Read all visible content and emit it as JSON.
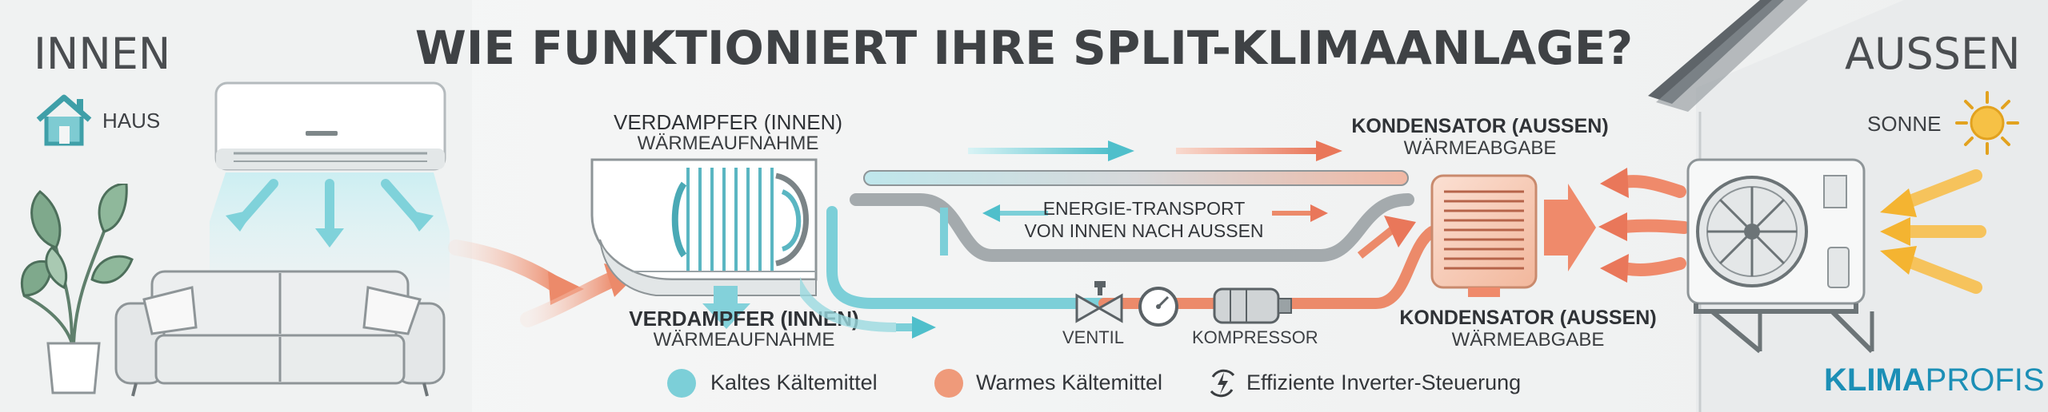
{
  "title": "WIE FUNKTIONIERT IHRE SPLIT-KLIMAANLAGE?",
  "zones": {
    "inside": "INNEN",
    "outside": "AUSSEN"
  },
  "labels": {
    "house": "HAUS",
    "sun": "SONNE",
    "evaporator_top_title": "VERDAMPFER (INNEN)",
    "evaporator_top_sub": "WÄRMEAUFNAHME",
    "evaporator_bottom_title": "VERDAMPFER (INNEN)",
    "evaporator_bottom_sub": "WÄRMEAUFNAHME",
    "condenser_top_title": "KONDENSATOR (AUSSEN)",
    "condenser_top_sub": "WÄRMEABGABE",
    "condenser_bottom_title": "KONDENSATOR (AUSSEN)",
    "condenser_bottom_sub": "WÄRMEABGABE",
    "transport_line1": "ENERGIE-TRANSPORT",
    "transport_line2": "VON INNEN NACH AUSSEN",
    "valve": "VENTIL",
    "compressor": "KOMPRESSOR"
  },
  "legend": [
    {
      "icon": "cold-dot-icon",
      "label": "Kaltes Kältemittel",
      "color": "#7ccfd8"
    },
    {
      "icon": "warm-dot-icon",
      "label": "Warmes Kältemittel",
      "color": "#ef9a7a"
    },
    {
      "icon": "inverter-icon",
      "label": "Effiziente Inverter-Steuerung"
    }
  ],
  "brand": {
    "part1": "KLIMA",
    "part2": "PROFIS"
  },
  "colors": {
    "cold": "#5bc3cf",
    "warm": "#e9775a",
    "title": "#3f4245",
    "brand": "#1c8fb6",
    "sun": "#f4b431"
  }
}
